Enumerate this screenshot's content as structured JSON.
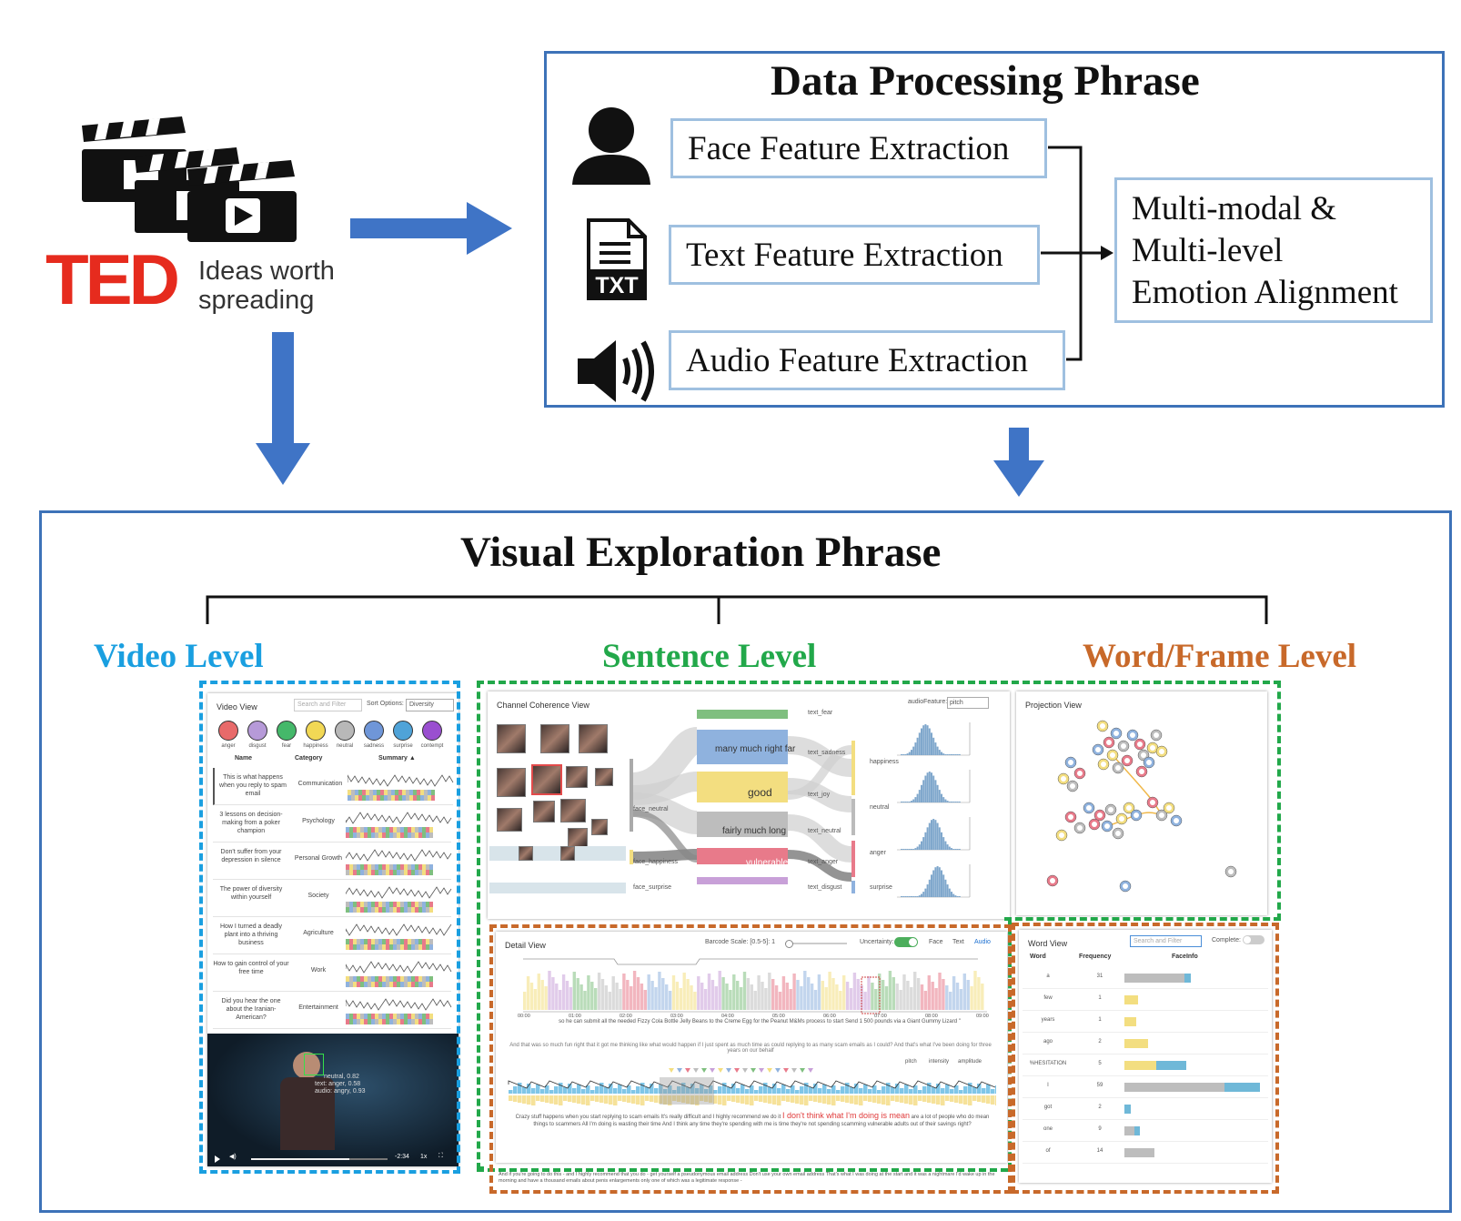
{
  "ted": {
    "brand": "TED",
    "tagline_1": "Ideas worth",
    "tagline_2": "spreading"
  },
  "data_processing": {
    "title": "Data Processing Phrase",
    "face_box": "Face Feature Extraction",
    "text_box": "Text Feature Extraction",
    "audio_box": "Audio Feature Extraction",
    "txt_icon_label": "TXT",
    "alignment_lines": [
      "Multi-modal &",
      "Multi-level",
      "Emotion Alignment"
    ]
  },
  "visual_exploration": {
    "title": "Visual Exploration Phrase",
    "levels": {
      "video": "Video Level",
      "sentence": "Sentence Level",
      "word": "Word/Frame Level"
    }
  },
  "colors": {
    "frame_blue": "#3d72b8",
    "arrow_blue": "#3f74c6",
    "box_border": "#9fc0e0",
    "video_level": "#1a9fe0",
    "sentence_level": "#22a84a",
    "word_level": "#c8692a",
    "ted_red": "#e62b1e"
  },
  "icons": [
    "clapperboard-icon",
    "person-icon",
    "txt-file-icon",
    "speaker-icon",
    "arrow-right-icon",
    "arrow-down-icon"
  ],
  "video_view": {
    "title": "Video View",
    "search_placeholder": "Search and Filter",
    "sort_label": "Sort Options:",
    "sort_value": "Diversity",
    "emotions": [
      "anger",
      "disgust",
      "fear",
      "happiness",
      "neutral",
      "sadness",
      "surprise",
      "contempt"
    ],
    "emotion_colors": [
      "#e86a6a",
      "#b69ad8",
      "#45b86a",
      "#f2d855",
      "#b8b8b8",
      "#6f96d8",
      "#4fa3d8",
      "#9a4fd0"
    ],
    "columns": [
      "Name",
      "Category",
      "Summary ▲"
    ],
    "rows": [
      {
        "name": "This is what happens when you reply to spam email",
        "category": "Communication"
      },
      {
        "name": "3 lessons on decision-making from a poker champion",
        "category": "Psychology"
      },
      {
        "name": "Don't suffer from your depression in silence",
        "category": "Personal Growth"
      },
      {
        "name": "The power of diversity within yourself",
        "category": "Society"
      },
      {
        "name": "How I turned a deadly plant into a thriving business",
        "category": "Agriculture"
      },
      {
        "name": "How to gain control of your free time",
        "category": "Work"
      },
      {
        "name": "Did you hear the one about the Iranian-American?",
        "category": "Entertainment"
      }
    ],
    "overlay_lines": [
      "neutral, 0.82",
      "text: anger, 0.58",
      "audio: angry, 0.93"
    ],
    "time": "-2:34",
    "speed": "1x"
  },
  "channel_view": {
    "title": "Channel Coherence View",
    "audio_feature_label": "audioFeature:",
    "audio_feature_value": "pitch",
    "left_labels": [
      "face_neutral",
      "face_happiness",
      "face_surprise"
    ],
    "right_labels": [
      "text_fear",
      "text_sadness",
      "text_joy",
      "text_neutral",
      "text_anger",
      "text_disgust"
    ],
    "audio_labels": [
      "happiness",
      "neutral",
      "anger",
      "surprise"
    ],
    "word_blocks": [
      {
        "words": "many  much  right  far",
        "color": "#8fb2de"
      },
      {
        "words": "good",
        "color": "#f3de80"
      },
      {
        "words": "fairly  much  long",
        "color": "#bdbdbd"
      },
      {
        "words": "vulnerable",
        "color": "#e87a8a"
      }
    ]
  },
  "projection_view": {
    "title": "Projection View"
  },
  "detail_view": {
    "title": "Detail View",
    "barcode_label": "Barcode Scale: [0.5-5]: 1",
    "uncertainty_label": "Uncertainty:",
    "radio_options": [
      "Face",
      "Text",
      "Audio"
    ],
    "time_ticks": [
      "00:00",
      "01:00",
      "02:00",
      "03:00",
      "04:00",
      "05:00",
      "06:00",
      "07:00",
      "08:00",
      "09:00"
    ],
    "sentence_top": "so he can submit all the needed Fizzy Cola Bottle Jelly Beans to the Creme Egg for the Peanut M&Ms process to start Send 1 500 pounds via a Giant Gummy Lizard \"",
    "sentence_mid": "And that was so much fun right that it got me thinking like what would happen if I just spent as much time as could replying to as many scam emails as I could? And that's what I've been doing for three years on our behalf",
    "legend": [
      "pitch",
      "intensity",
      "amplitude"
    ],
    "sentence_bottom_pre": "Crazy stuff happens when you start replying to scam emails It's really difficult and I highly recommend we do it",
    "sentence_highlight": "I don't think what I'm doing is mean",
    "sentence_bottom_post": "are a lot of people who do mean things to scammers All I'm doing is wasting their time And I think any time they're spending with me is time they're not spending scamming vulnerable adults out of their savings right?",
    "sentence_last": "And if you're going to do this - and I highly recommend that you do - get yourself a pseudonymous email address Don't use your own email address That's what I was doing at the start and it was a nightmare I'd wake up in the morning and have a thousand emails about penis enlargements only one of which was a legitimate response -"
  },
  "word_view": {
    "title": "Word View",
    "search_placeholder": "Search and Filter",
    "complete_label": "Complete:",
    "columns": [
      "Word",
      "Frequency",
      "FaceInfo"
    ],
    "rows": [
      {
        "word": "a",
        "freq": "31",
        "bars": [
          0.6,
          0.0,
          0.06
        ]
      },
      {
        "word": "few",
        "freq": "1",
        "bars": [
          0.0,
          0.14,
          0.0
        ]
      },
      {
        "word": "years",
        "freq": "1",
        "bars": [
          0.0,
          0.12,
          0.0
        ]
      },
      {
        "word": "ago",
        "freq": "2",
        "bars": [
          0.0,
          0.24,
          0.0
        ]
      },
      {
        "word": "%HESITATION",
        "freq": "5",
        "bars": [
          0.0,
          0.32,
          0.3
        ]
      },
      {
        "word": "I",
        "freq": "59",
        "bars": [
          1.0,
          0.0,
          0.35
        ]
      },
      {
        "word": "got",
        "freq": "2",
        "bars": [
          0.0,
          0.0,
          0.06
        ]
      },
      {
        "word": "one",
        "freq": "9",
        "bars": [
          0.1,
          0.0,
          0.05
        ]
      },
      {
        "word": "of",
        "freq": "14",
        "bars": [
          0.3,
          0.0,
          0.0
        ]
      }
    ]
  }
}
